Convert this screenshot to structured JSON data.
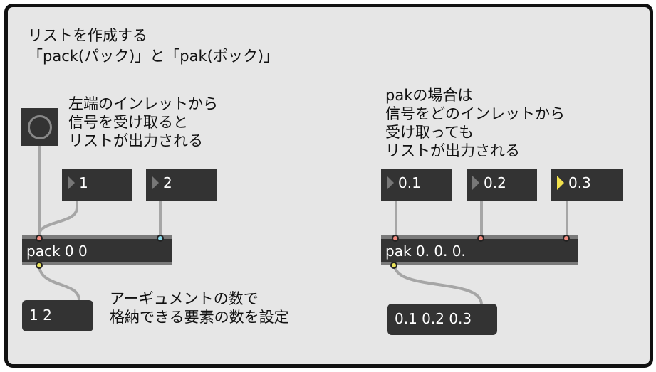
{
  "title": {
    "line1": "リストを作成する",
    "line2": "「pack(パック)」と「pak(ポック)」"
  },
  "pack_note": {
    "line1": "左端のインレットから",
    "line2": "信号を受け取ると",
    "line3": "リストが出力される"
  },
  "pak_note": {
    "line1": "pakの場合は",
    "line2": "信号をどのインレットから",
    "line3": "受け取っても",
    "line4": "リストが出力される"
  },
  "arg_note": {
    "line1": "アーギュメントの数で",
    "line2": "格納できる要素の数を設定"
  },
  "pack_section": {
    "number1": "1",
    "number2": "2",
    "object": "pack 0 0",
    "message": "1 2"
  },
  "pak_section": {
    "float1": "0.1",
    "float2": "0.2",
    "float3": "0.3",
    "object": "pak 0. 0. 0.",
    "message": "0.1 0.2 0.3"
  },
  "colors": {
    "canvas": "#e6e6e6",
    "object_bg": "#333333",
    "cable": "#a6a6a6",
    "inlet_hot": "#f08a7e",
    "inlet_signal": "#8ad8ea",
    "outlet": "#e9e25a",
    "active_triangle": "#f2e14c"
  }
}
